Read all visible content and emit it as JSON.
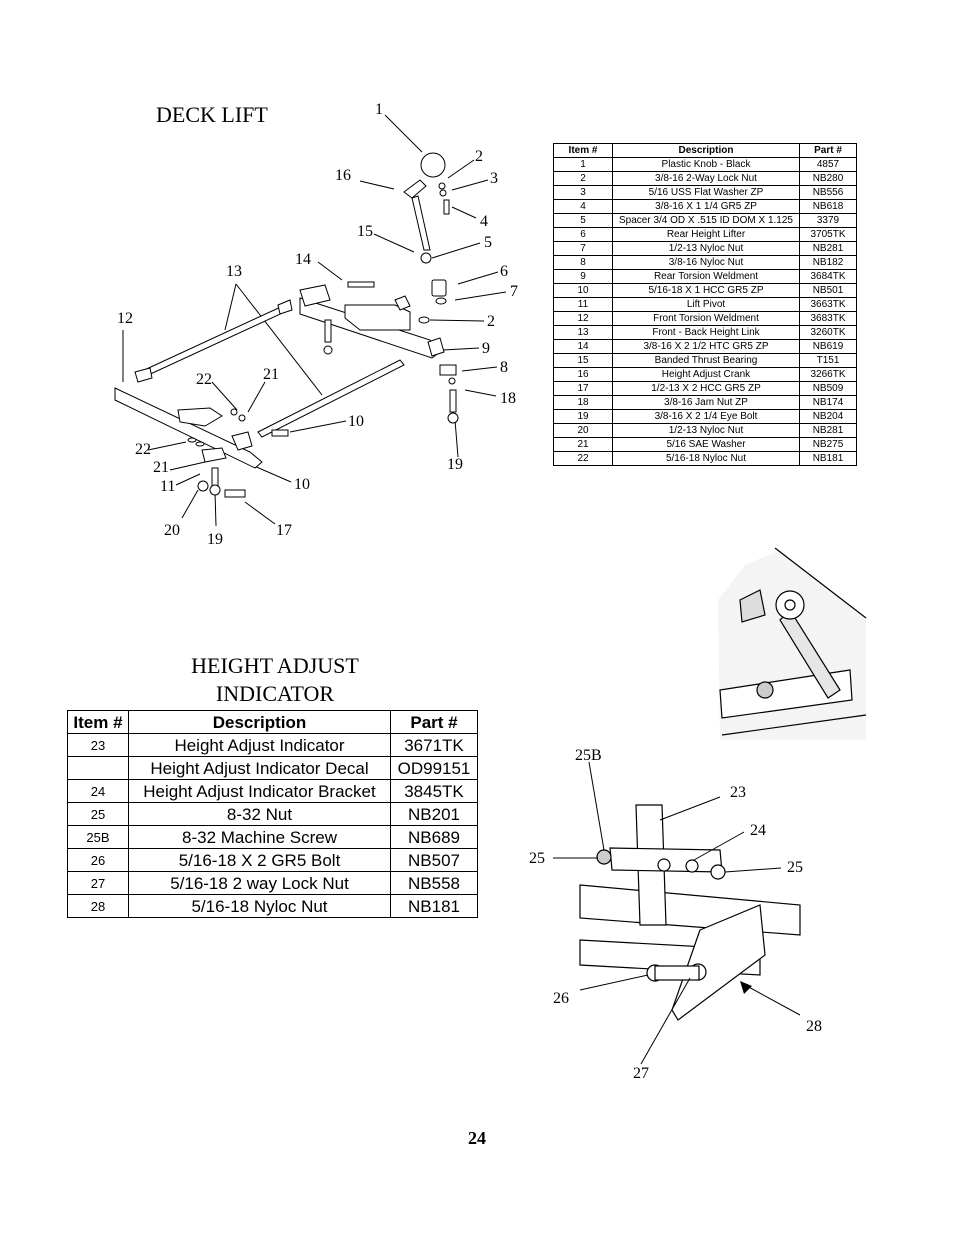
{
  "deck_lift": {
    "title": "DECK LIFT",
    "columns": [
      "Item #",
      "Description",
      "Part #"
    ],
    "rows": [
      [
        "1",
        "Plastic Knob - Black",
        "4857"
      ],
      [
        "2",
        "3/8-16 2-Way Lock Nut",
        "NB280"
      ],
      [
        "3",
        "5/16 USS Flat Washer ZP",
        "NB556"
      ],
      [
        "4",
        "3/8-16 X 1 1/4 GR5 ZP",
        "NB618"
      ],
      [
        "5",
        "Spacer 3/4 OD X .515 ID DOM X 1.125",
        "3379"
      ],
      [
        "6",
        "Rear Height Lifter",
        "3705TK"
      ],
      [
        "7",
        "1/2-13 Nyloc Nut",
        "NB281"
      ],
      [
        "8",
        "3/8-16 Nyloc Nut",
        "NB182"
      ],
      [
        "9",
        "Rear Torsion Weldment",
        "3684TK"
      ],
      [
        "10",
        "5/16-18 X 1 HCC GR5 ZP",
        "NB501"
      ],
      [
        "11",
        "Lift Pivot",
        "3663TK"
      ],
      [
        "12",
        "Front Torsion Weldment",
        "3683TK"
      ],
      [
        "13",
        "Front - Back Height Link",
        "3260TK"
      ],
      [
        "14",
        "3/8-16 X 2 1/2 HTC GR5 ZP",
        "NB619"
      ],
      [
        "15",
        "Banded Thrust Bearing",
        "T151"
      ],
      [
        "16",
        "Height Adjust Crank",
        "3266TK"
      ],
      [
        "17",
        "1/2-13 X 2 HCC GR5 ZP",
        "NB509"
      ],
      [
        "18",
        "3/8-16 Jam Nut ZP",
        "NB174"
      ],
      [
        "19",
        "3/8-16 X 2 1/4 Eye Bolt",
        "NB204"
      ],
      [
        "20",
        "1/2-13 Nyloc Nut",
        "NB281"
      ],
      [
        "21",
        "5/16 SAE Washer",
        "NB275"
      ],
      [
        "22",
        "5/16-18 Nyloc Nut",
        "NB181"
      ]
    ],
    "callouts": [
      "1",
      "2",
      "3",
      "4",
      "5",
      "6",
      "7",
      "2",
      "9",
      "8",
      "18",
      "19",
      "10",
      "10",
      "11",
      "12",
      "13",
      "14",
      "15",
      "16",
      "17",
      "19",
      "20",
      "21",
      "21",
      "22",
      "22"
    ]
  },
  "height_adjust": {
    "title_line1": "HEIGHT ADJUST",
    "title_line2": "INDICATOR",
    "columns": [
      "Item #",
      "Description",
      "Part #"
    ],
    "rows": [
      [
        "23",
        "Height Adjust Indicator",
        "3671TK"
      ],
      [
        "",
        "Height Adjust Indicator Decal",
        "OD99151"
      ],
      [
        "24",
        "Height Adjust Indicator Bracket",
        "3845TK"
      ],
      [
        "25",
        "8-32 Nut",
        "NB201"
      ],
      [
        "25B",
        "8-32 Machine Screw",
        "NB689"
      ],
      [
        "26",
        "5/16-18 X 2 GR5 Bolt",
        "NB507"
      ],
      [
        "27",
        "5/16-18 2 way Lock Nut",
        "NB558"
      ],
      [
        "28",
        "5/16-18 Nyloc Nut",
        "NB181"
      ]
    ],
    "callouts": [
      "25B",
      "23",
      "24",
      "25",
      "25",
      "26",
      "27",
      "28"
    ]
  },
  "page_number": "24"
}
